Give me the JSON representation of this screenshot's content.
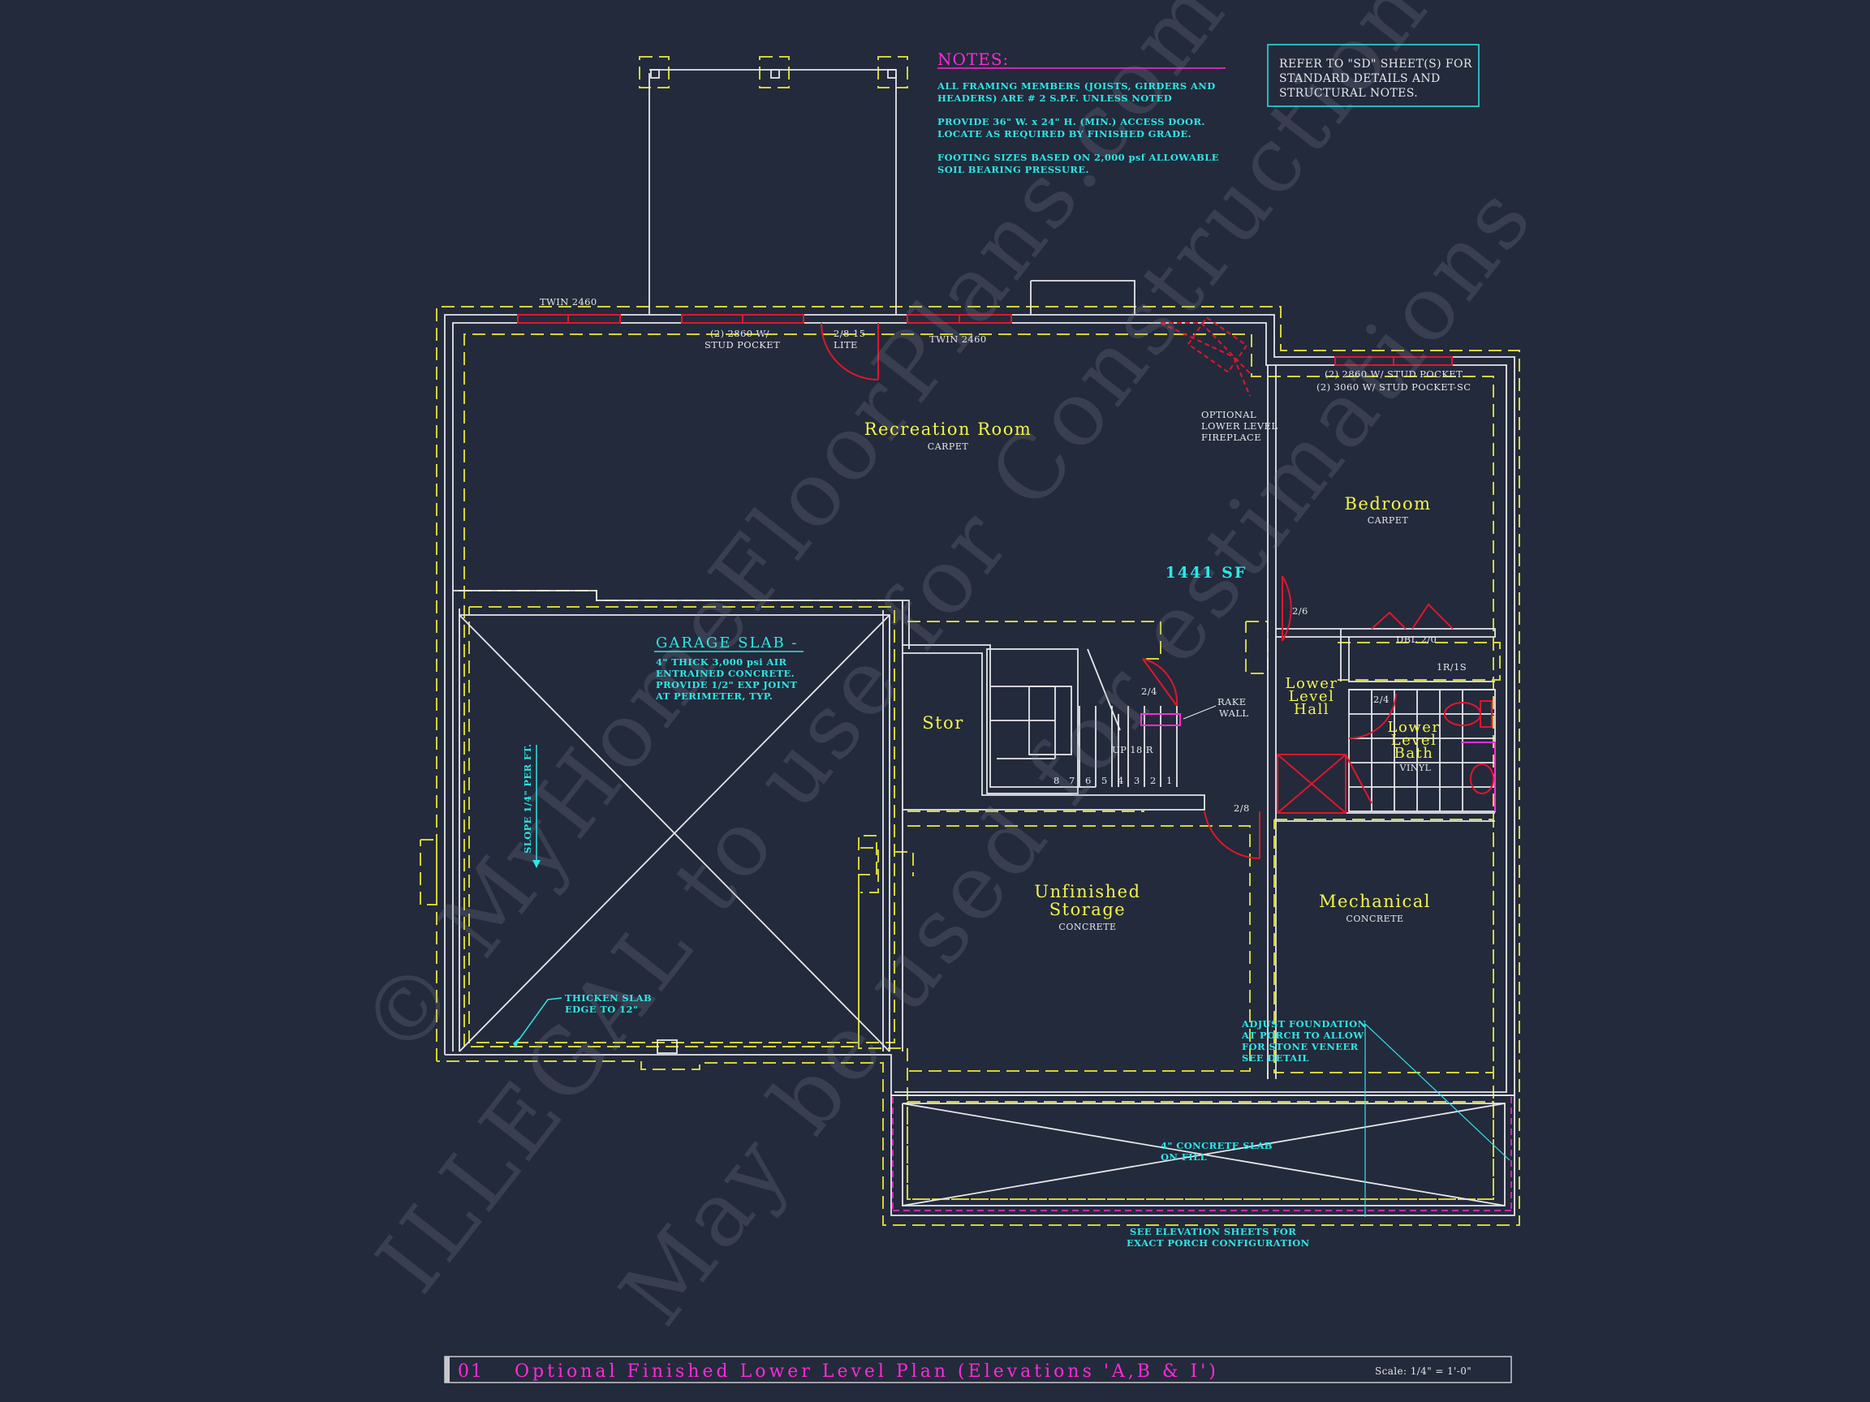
{
  "notes": {
    "heading": "NOTES:",
    "lines": [
      "ALL FRAMING MEMBERS (JOISTS, GIRDERS AND",
      "HEADERS) ARE # 2 S.P.F. UNLESS NOTED",
      "PROVIDE 36\" W. x 24\" H. (MIN.) ACCESS DOOR.",
      "LOCATE AS REQUIRED BY FINISHED GRADE.",
      "FOOTING SIZES BASED ON 2,000 psf ALLOWABLE",
      "SOIL BEARING PRESSURE."
    ]
  },
  "refer_box": {
    "lines": [
      "REFER TO \"SD\" SHEET(S) FOR",
      "STANDARD DETAILS AND",
      "STRUCTURAL NOTES."
    ]
  },
  "rooms": {
    "recreation": {
      "name": "Recreation Room",
      "finish": "CARPET"
    },
    "bedroom": {
      "name": "Bedroom",
      "finish": "CARPET"
    },
    "hall": {
      "lines": [
        "Lower",
        "Level",
        "Hall"
      ]
    },
    "bath": {
      "lines": [
        "Lower",
        "Level",
        "Bath"
      ],
      "finish": "VINYL"
    },
    "stor": {
      "name": "Stor"
    },
    "storage": {
      "lines": [
        "Unfinished",
        "Storage"
      ],
      "finish": "CONCRETE"
    },
    "mechanical": {
      "name": "Mechanical",
      "finish": "CONCRETE"
    }
  },
  "area": "1441 SF",
  "garage": {
    "title": "GARAGE SLAB -",
    "lines": [
      "4\" THICK 3,000 psi AIR",
      "ENTRAINED CONCRETE.",
      "PROVIDE 1/2\" EXP JOINT",
      "AT PERIMETER, TYP."
    ],
    "slope": "SLOPE 1/4\" PER FT.",
    "thicken": [
      "THICKEN SLAB",
      "EDGE TO 12\""
    ]
  },
  "labels": {
    "twin_top_left": "TWIN 2460",
    "stud_pocket_1": "(2) 2860 W/",
    "stud_pocket_2": "STUD POCKET",
    "lite_1": "2/8-15",
    "lite_2": "LITE",
    "twin_top_right": "TWIN 2460",
    "bedroom_win_1": "(2) 2860 W/ STUD POCKET",
    "bedroom_win_2": "(2) 3060 W/ STUD POCKET-SC",
    "fireplace": [
      "OPTIONAL",
      "LOWER LEVEL",
      "FIREPLACE"
    ],
    "door_26": "2/6",
    "dbl": "DBL 2/0",
    "shelf": "1R/1S",
    "door_24_bath": "2/4",
    "door_24_stair": "2/4",
    "rake": [
      "RAKE",
      "WALL"
    ],
    "stair_up": "UP 18 R",
    "stair_nums": [
      "8",
      "7",
      "6",
      "5",
      "4",
      "3",
      "2",
      "1"
    ],
    "door_28": "2/8",
    "adjust": [
      "ADJUST FOUNDATION",
      "AT PORCH TO ALLOW",
      "FOR STONE VENEER",
      "SEE DETAIL"
    ],
    "porch_slab": [
      "4\" CONCRETE SLAB",
      "ON FILL"
    ],
    "see_elev": [
      "SEE ELEVATION SHEETS FOR",
      "EXACT PORCH CONFIGURATION"
    ]
  },
  "watermark": {
    "line1": "© MyHomeFloorPlans.com",
    "line2": "ILLEGAL to use for Construction",
    "line3": "May be used for estimations"
  },
  "title_bar": {
    "number": "01",
    "title": "Optional Finished Lower Level Plan (Elevations 'A,B & I')",
    "scale": "Scale: 1/4\" = 1'-0\""
  },
  "colors": {
    "background": "#232a3b",
    "wall": "#e6e6ea",
    "footing": "#d4d43a",
    "room_label": "#f4f44c",
    "note": "#2ee6e6",
    "title": "#ff2ad8",
    "door": "#e0162c"
  }
}
